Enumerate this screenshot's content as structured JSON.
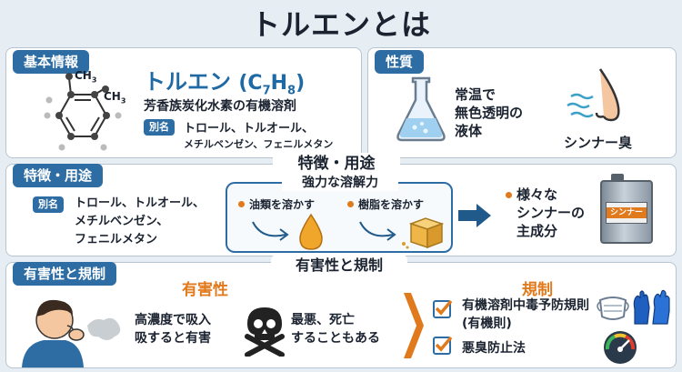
{
  "title": "トルエンとは",
  "basic": {
    "tag": "基本情報",
    "name": "トルエン",
    "formula_parts": [
      "(C",
      "7",
      "H",
      "8",
      ")"
    ],
    "methyl_label": "CH",
    "methyl_sub": "3",
    "ring_label": "CH",
    "ring_sub": "3",
    "description": "芳香族炭化水素の有機溶剤",
    "alias_chip": "別名",
    "alias_line1": "トロール、トルオール、",
    "alias_line2": "メチルベンゼン、フェニルメタン"
  },
  "props": {
    "tag": "性質",
    "text_line1": "常温で",
    "text_line2": "無色透明の",
    "text_line3": "液体",
    "smell": "シンナー臭"
  },
  "features": {
    "tag": "特徴・用途",
    "center_title": "特徴・用途",
    "alias_chip": "別名",
    "alias_line1": "トロール、トルオール、",
    "alias_line2": "メチルベンゼン、",
    "alias_line3": "フェニルメタン",
    "power_title": "強力な溶解力",
    "oil": "油類を溶かす",
    "resin": "樹脂を溶かす",
    "thinner_line1": "様々な",
    "thinner_line2": "シンナーの",
    "thinner_line3": "主成分",
    "can_label": "シンナー"
  },
  "hazard": {
    "tag": "有害性と規制",
    "center_title": "有害性と規制",
    "harm_title": "有害性",
    "harm1_line1": "高濃度で吸入",
    "harm1_line2": "吸すると有害",
    "harm2_line1": "最悪、死亡",
    "harm2_line2": "することもある",
    "reg_title": "規制",
    "reg1_line1": "有機溶剤中毒予防規則",
    "reg1_line2": "(有機則)",
    "reg2": "悪臭防止法"
  },
  "colors": {
    "primary": "#2e6da4",
    "accent": "#e07a1d",
    "background": "#e6edf3"
  }
}
